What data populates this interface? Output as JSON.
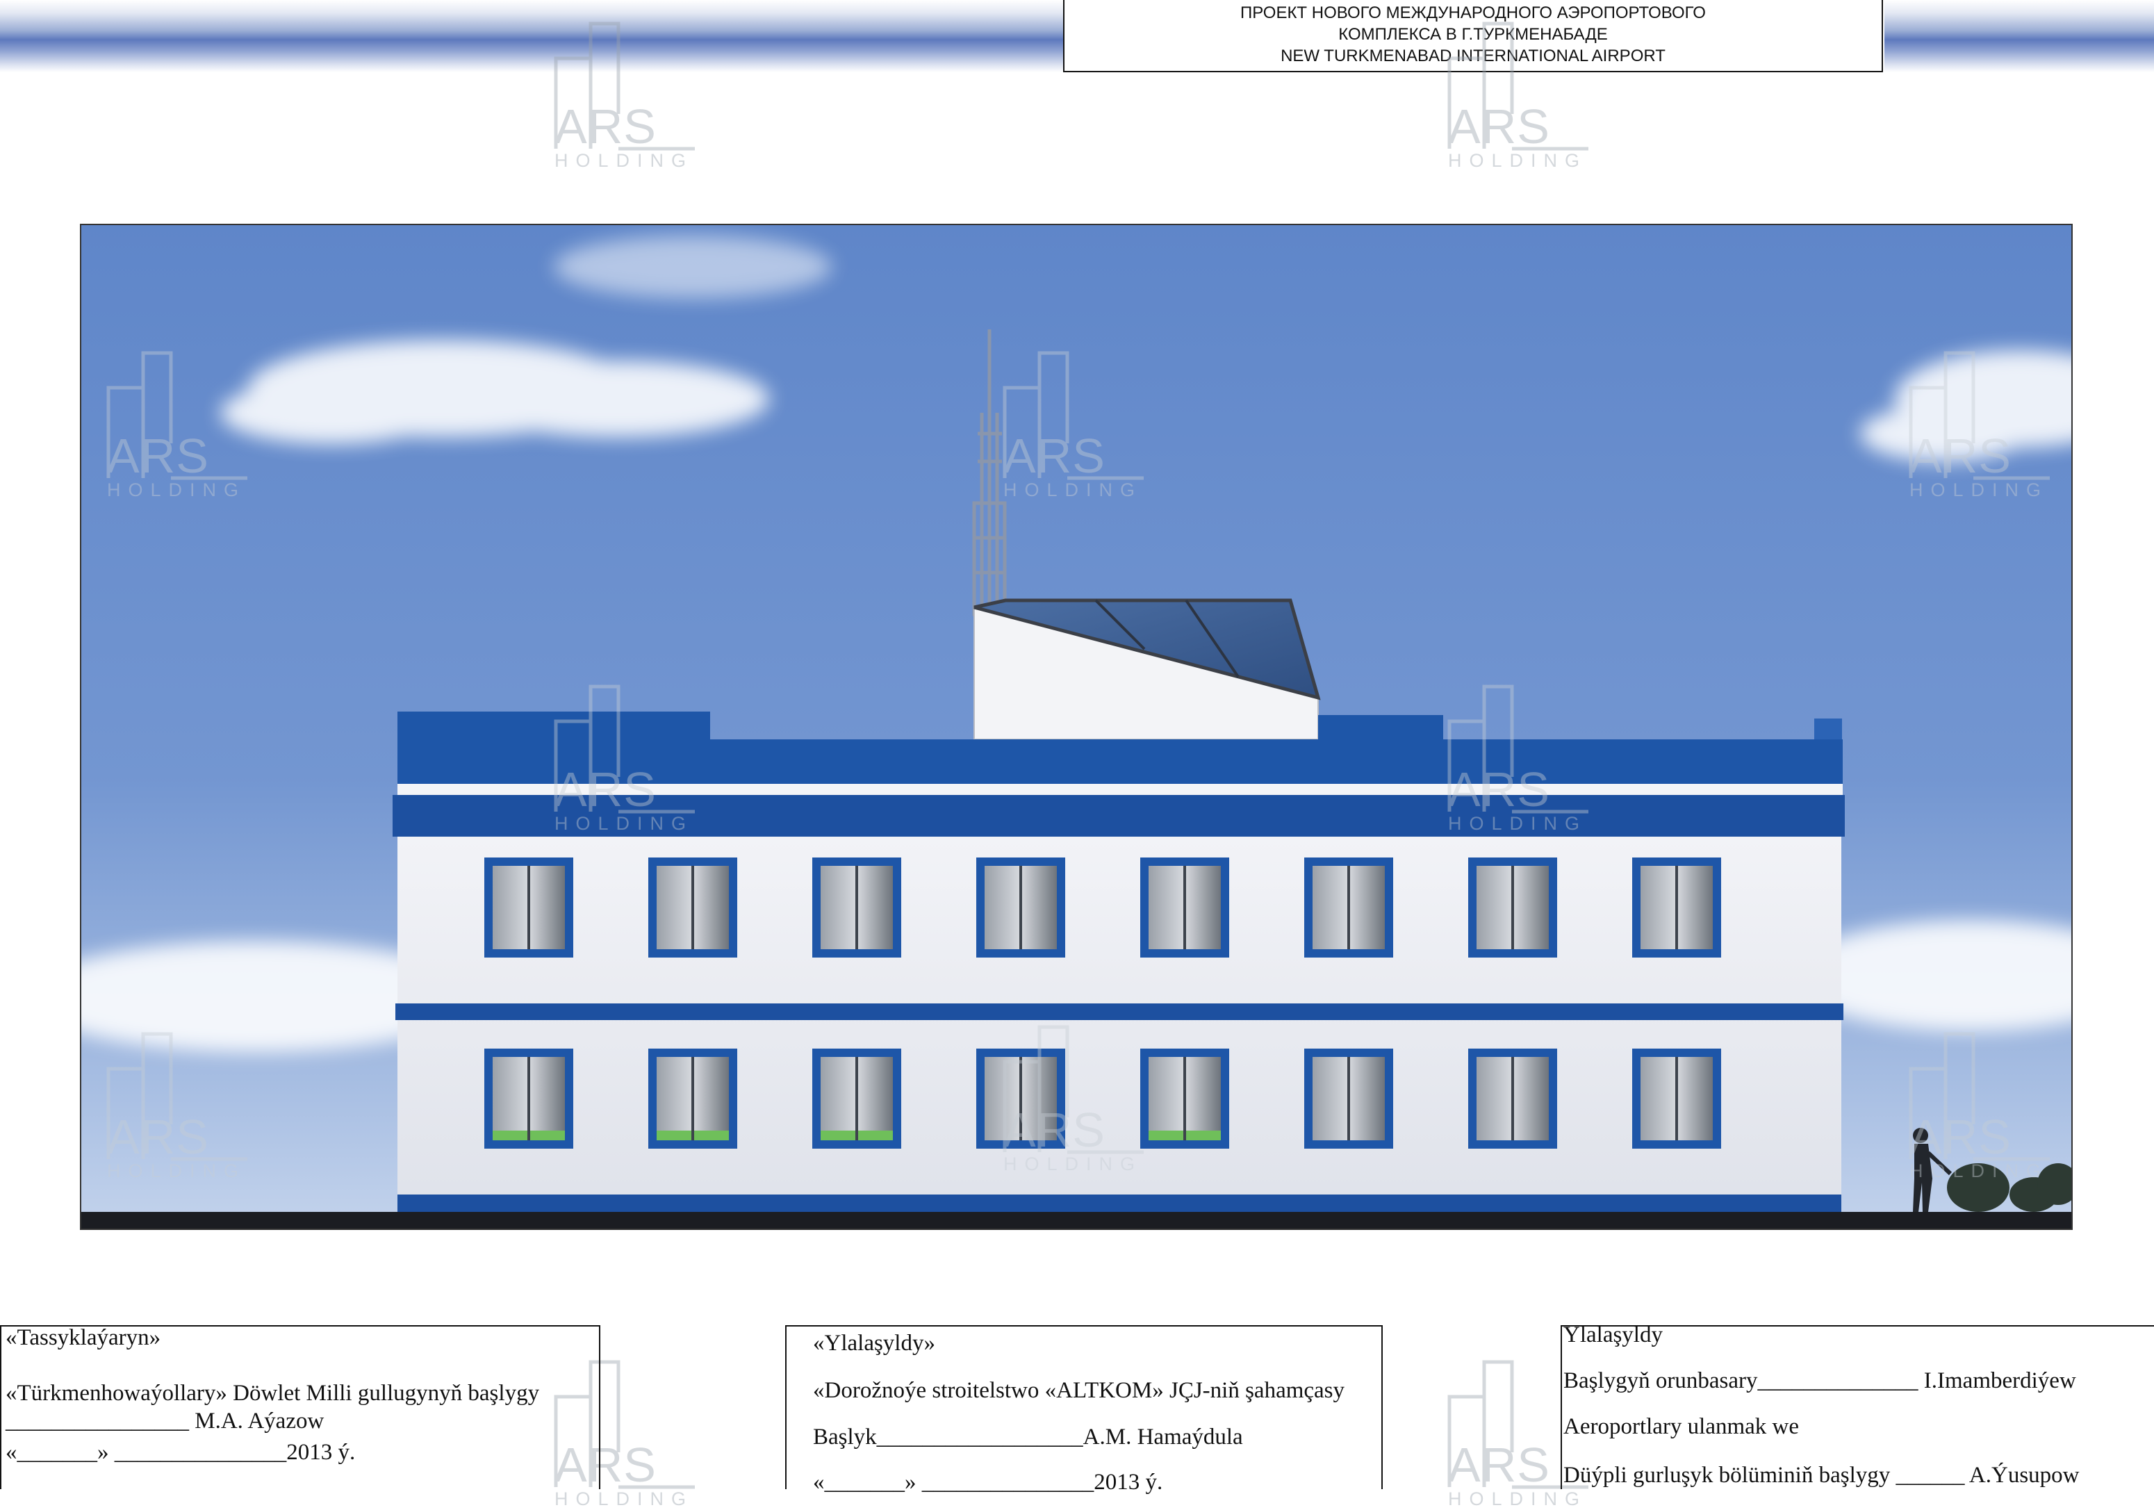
{
  "header": {
    "title_line1": "ПРОЕКТ НОВОГО МЕЖДУНАРОДНОГО АЭРОПОРТОВОГО",
    "title_line2": "КОМПЛЕКСА В Г.ТУРКМЕНАБАДЕ",
    "title_line3": "NEW TURKMENABAD INTERNATIONAL AIRPORT"
  },
  "watermark": {
    "brand": "ARS",
    "sub": "HOLDING"
  },
  "colors": {
    "facade_blue": "#1e56a8",
    "sky_top": "#5f86c9",
    "sky_bottom": "#b9cbe7",
    "wall": "#eceef3"
  },
  "approvals": {
    "left": {
      "heading": "«Tassyklaýaryn»",
      "org": "«Türkmenhowaýollary» Döwlet Milli gullugynyň başlygy",
      "signer": "________________ M.A. Aýazow",
      "date": "«_______» _______________2013 ý."
    },
    "middle": {
      "heading": "«Ylalaşyldy»",
      "org": "«Dorožnoýe stroitelstwo «ALTKOM» JÇJ-niň şahamçasy",
      "signer": "Başlyk__________________A.M. Hamaýdula",
      "date": "«_______» _______________2013 ý."
    },
    "right": {
      "heading": "Ylalaşyldy",
      "line1": "Başlygyň orunbasary______________ I.Imamberdiýew",
      "line2": "Aeroportlary ulanmak we",
      "line3": "Düýpli gurluşyk bölüminiň başlygy ______ A.Ýusupow"
    }
  }
}
